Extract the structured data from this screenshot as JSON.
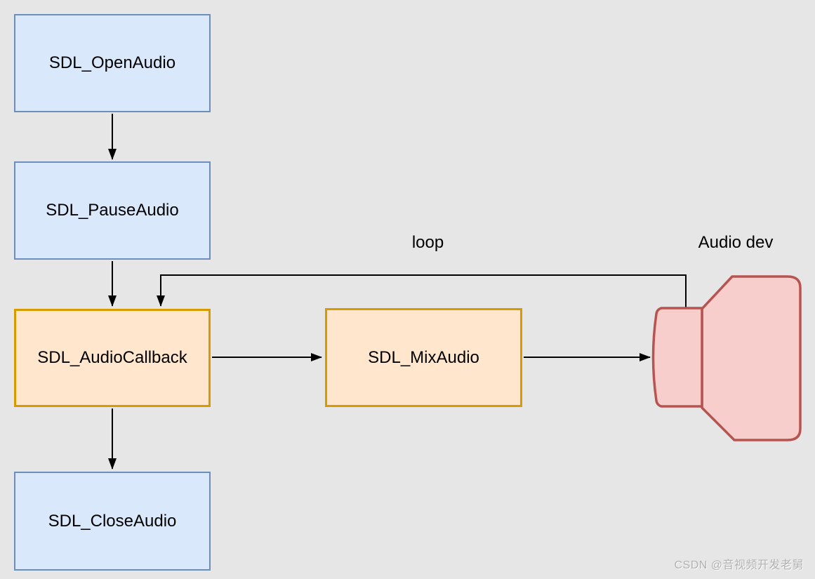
{
  "diagram": {
    "title_implicit": "SDL audio playback flow",
    "nodes": {
      "open_audio": {
        "label": "SDL_OpenAudio",
        "style": "blue"
      },
      "pause_audio": {
        "label": "SDL_PauseAudio",
        "style": "blue"
      },
      "audio_callback": {
        "label": "SDL_AudioCallback",
        "style": "orange"
      },
      "close_audio": {
        "label": "SDL_CloseAudio",
        "style": "blue"
      },
      "mix_audio": {
        "label": "SDL_MixAudio",
        "style": "orange"
      },
      "audio_device": {
        "label": "Audio dev",
        "style": "speaker-shape"
      }
    },
    "annotations": {
      "loop_label": "loop",
      "audio_dev_label": "Audio dev"
    },
    "edges": [
      {
        "from": "SDL_OpenAudio",
        "to": "SDL_PauseAudio"
      },
      {
        "from": "SDL_PauseAudio",
        "to": "SDL_AudioCallback"
      },
      {
        "from": "SDL_AudioCallback",
        "to": "SDL_MixAudio"
      },
      {
        "from": "SDL_AudioCallback",
        "to": "SDL_CloseAudio"
      },
      {
        "from": "SDL_MixAudio",
        "to": "Audio dev"
      },
      {
        "from": "Audio dev",
        "to": "SDL_AudioCallback",
        "label": "loop"
      }
    ],
    "colors": {
      "background": "#e6e6e6",
      "blue_fill": "#dae8fc",
      "blue_stroke": "#6c8ebf",
      "orange_fill": "#ffe6cc",
      "orange_stroke": "#d79b00",
      "speaker_fill": "#f8cecc",
      "speaker_stroke": "#b85450",
      "edge_color": "#000000",
      "text_color": "#000000"
    }
  },
  "watermark": {
    "text": "CSDN @音视频开发老舅"
  }
}
